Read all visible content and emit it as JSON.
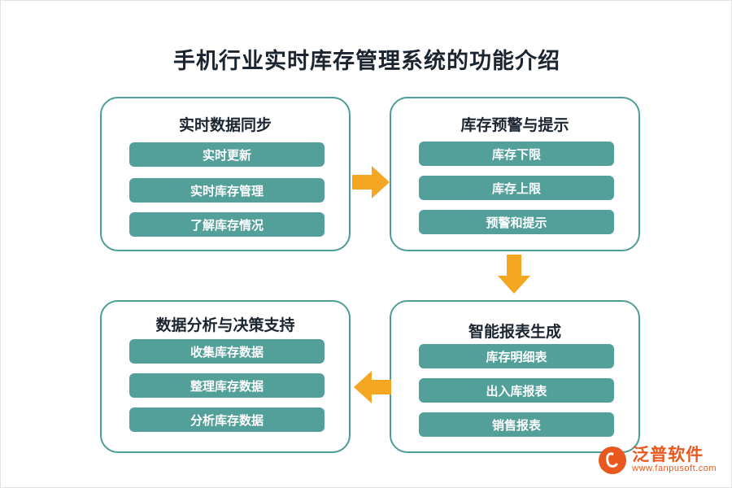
{
  "title": "手机行业实时库存管理系统的功能介绍",
  "watermark": "泛普软件",
  "colors": {
    "box_border": "#4c9e96",
    "pill_bg": "#53a09a",
    "arrow": "#f5a623",
    "title_text": "#1a2530",
    "logo": "#e8581f"
  },
  "boxes": [
    {
      "id": "realtime-data-sync",
      "title": "实时数据同步",
      "items": [
        "实时更新",
        "实时库存管理",
        "了解库存情况"
      ]
    },
    {
      "id": "inventory-alert",
      "title": "库存预警与提示",
      "items": [
        "库存下限",
        "库存上限",
        "预警和提示"
      ]
    },
    {
      "id": "data-analysis",
      "title": "数据分析与决策支持",
      "items": [
        "收集库存数据",
        "整理库存数据",
        "分析库存数据"
      ]
    },
    {
      "id": "smart-report",
      "title": "智能报表生成",
      "items": [
        "库存明细表",
        "出入库报表",
        "销售报表"
      ]
    }
  ],
  "arrows": [
    {
      "id": "arrow-sync-to-alert",
      "direction": "right"
    },
    {
      "id": "arrow-alert-to-report",
      "direction": "down"
    },
    {
      "id": "arrow-report-to-analysis",
      "direction": "left"
    }
  ],
  "logo": {
    "name_cn": "泛普软件",
    "name_en": "www.fanpusoft.com"
  }
}
